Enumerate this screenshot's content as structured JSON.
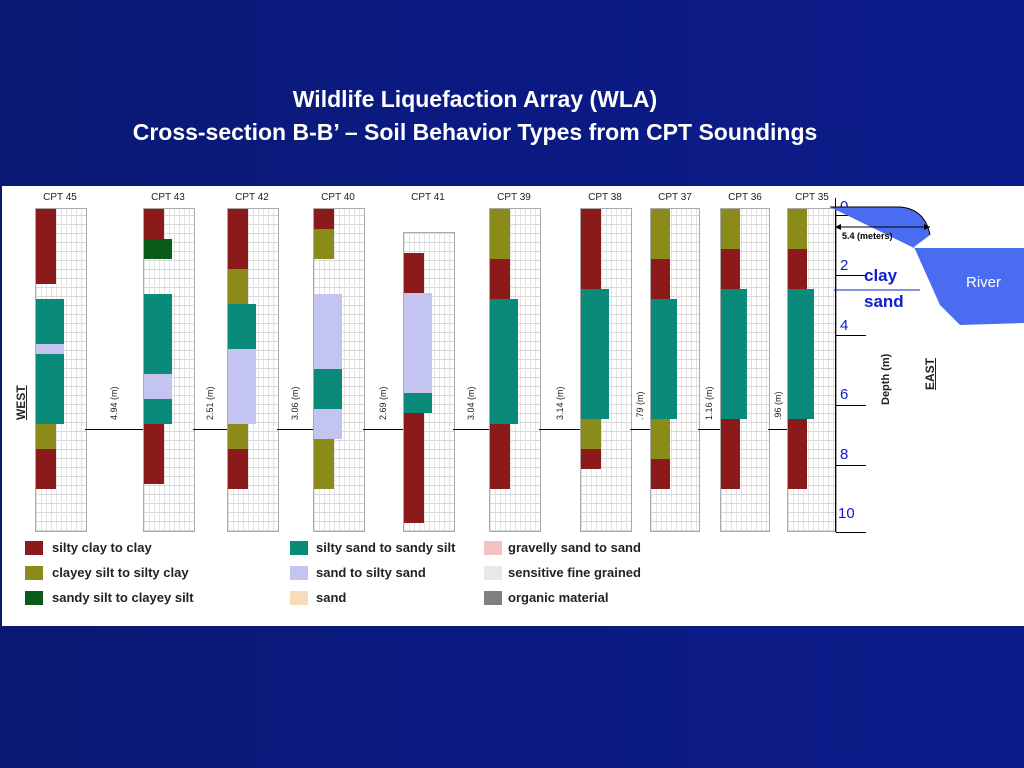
{
  "title_line1": "Wildlife Liquefaction Array (WLA)",
  "title_line2": "Cross-section B-B’ – Soil Behavior Types from CPT Soundings",
  "columns": [
    "CPT 45",
    "CPT 43",
    "CPT 42",
    "CPT 40",
    "CPT 41",
    "CPT 39",
    "CPT 38",
    "CPT 37",
    "CPT 36",
    "CPT 35"
  ],
  "spacings": [
    "4.94 (m)",
    "2.51 (m)",
    "3.06 (m)",
    "2.69 (m)",
    "3.04 (m)",
    "3.14 (m)",
    ".79 (m)",
    "1.16 (m)",
    ".96 (m)"
  ],
  "west_label": "WEST",
  "east_label": "EAST",
  "depth_axis_label": "Depth (m)",
  "depth_ticks": [
    "0",
    "2",
    "4",
    "6",
    "8",
    "10"
  ],
  "river_distance": "5.4 (meters)",
  "river_label": "River",
  "clay_label": "clay",
  "sand_label": "sand",
  "legend": [
    {
      "label": "silty clay to clay",
      "color": "#8b1a1a"
    },
    {
      "label": "clayey silt to silty clay",
      "color": "#8b8b1a"
    },
    {
      "label": "sandy silt to clayey silt",
      "color": "#0a5a1a"
    },
    {
      "label": "silty sand to sandy silt",
      "color": "#0a8a78"
    },
    {
      "label": "sand to silty sand",
      "color": "#c4c4f0"
    },
    {
      "label": "sand",
      "color": "#f6dcb8"
    },
    {
      "label": "gravelly sand to sand",
      "color": "#f4c0c0"
    },
    {
      "label": "sensitive fine grained",
      "color": "#e8e8e8"
    },
    {
      "label": "organic material",
      "color": "#808080"
    }
  ],
  "colors": {
    "clay": "#8b1a1a",
    "clayey_silt": "#8b8b1a",
    "sandy_silt": "#0a5a1a",
    "silty_sand": "#0a8a78",
    "sand_silty": "#c4c4f0",
    "river": "#4a6cf0",
    "depth_text": "#1020c8"
  }
}
